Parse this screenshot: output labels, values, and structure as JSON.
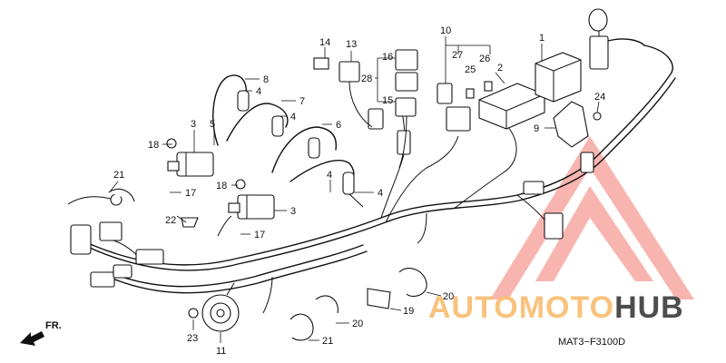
{
  "diagram": {
    "code": "MAT3−F3100D",
    "front_label": "FR.",
    "callouts": [
      "1",
      "2",
      "3",
      "3",
      "4",
      "4",
      "4",
      "4",
      "5",
      "6",
      "7",
      "8",
      "9",
      "10",
      "11",
      "13",
      "14",
      "15",
      "16",
      "17",
      "17",
      "18",
      "18",
      "19",
      "20",
      "20",
      "21",
      "21",
      "22",
      "23",
      "24",
      "25",
      "26",
      "27",
      "28"
    ]
  },
  "watermark": {
    "part1": "AUTOMOTO",
    "part2": "HUB",
    "color_primary": "#f7a9a3",
    "color_secondary": "#f9c27c",
    "color_dark": "#4d4d4d"
  }
}
